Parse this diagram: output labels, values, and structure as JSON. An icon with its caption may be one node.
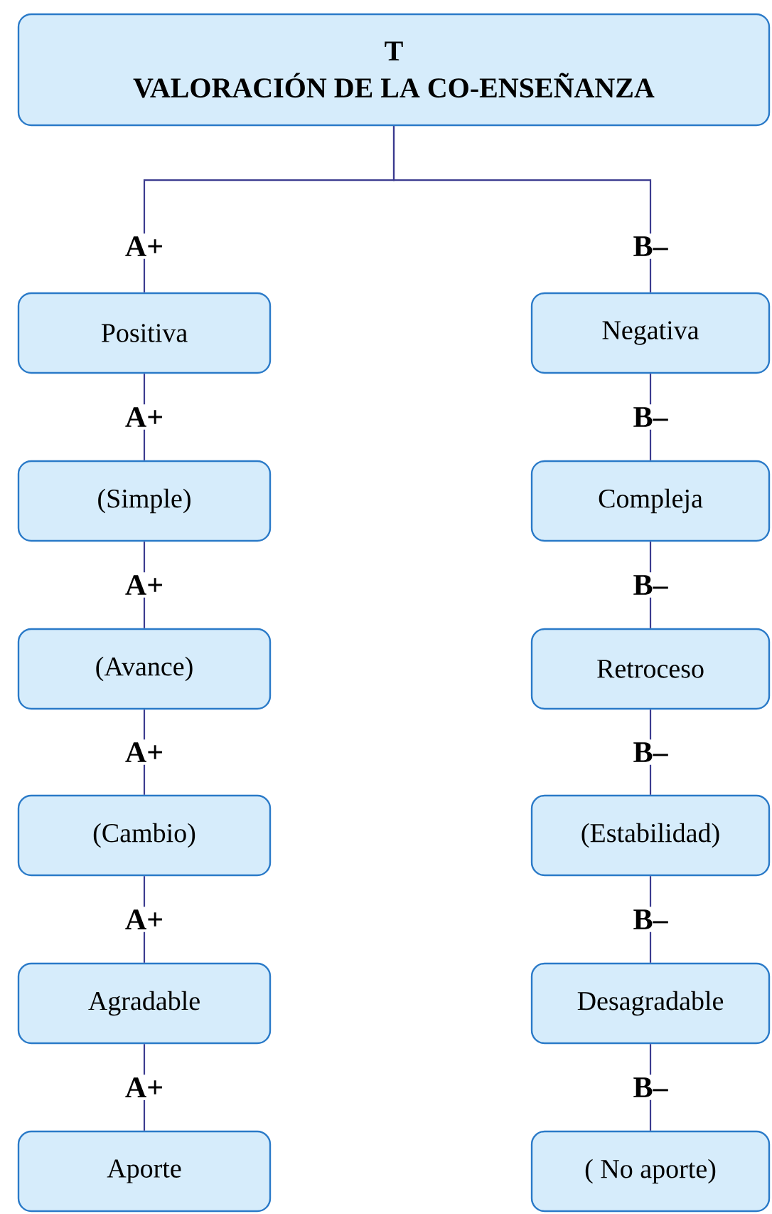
{
  "diagram": {
    "nodes": [
      {
        "text": [
          "T",
          "VALORACIÓN DE LA CO-ENSEÑANZA"
        ]
      },
      {
        "text": [
          "Positiva"
        ]
      },
      {
        "text": [
          "Negativa"
        ]
      },
      {
        "text": [
          "(Simple)"
        ]
      },
      {
        "text": [
          "Compleja"
        ]
      },
      {
        "text": [
          "(Avance)"
        ]
      },
      {
        "text": [
          "Retroceso"
        ]
      },
      {
        "text": [
          "(Cambio)"
        ]
      },
      {
        "text": [
          "(Estabilidad)"
        ]
      },
      {
        "text": [
          "Agradable"
        ]
      },
      {
        "text": [
          "Desagradable"
        ]
      },
      {
        "text": [
          "Aporte"
        ]
      },
      {
        "text": [
          "( No aporte)"
        ]
      }
    ],
    "edges": [
      {
        "from": 0,
        "to": 1,
        "arrow": "none",
        "label": "A+"
      },
      {
        "from": 0,
        "to": 2,
        "arrow": "none",
        "label": "B–"
      },
      {
        "from": 1,
        "to": 3,
        "arrow": "none",
        "label": "A+"
      },
      {
        "from": 2,
        "to": 4,
        "arrow": "none",
        "label": "B–"
      },
      {
        "from": 3,
        "to": 5,
        "arrow": "none",
        "label": "A+"
      },
      {
        "from": 4,
        "to": 6,
        "arrow": "none",
        "label": "B–"
      },
      {
        "from": 5,
        "to": 7,
        "arrow": "none",
        "label": "A+"
      },
      {
        "from": 6,
        "to": 8,
        "arrow": "none",
        "label": "B–"
      },
      {
        "from": 7,
        "to": 9,
        "arrow": "none",
        "label": "A+"
      },
      {
        "from": 8,
        "to": 10,
        "arrow": "none",
        "label": "B–"
      },
      {
        "from": 9,
        "to": 11,
        "arrow": "none",
        "label": "A+"
      },
      {
        "from": 10,
        "to": 12,
        "arrow": "none",
        "label": "B–"
      }
    ]
  }
}
